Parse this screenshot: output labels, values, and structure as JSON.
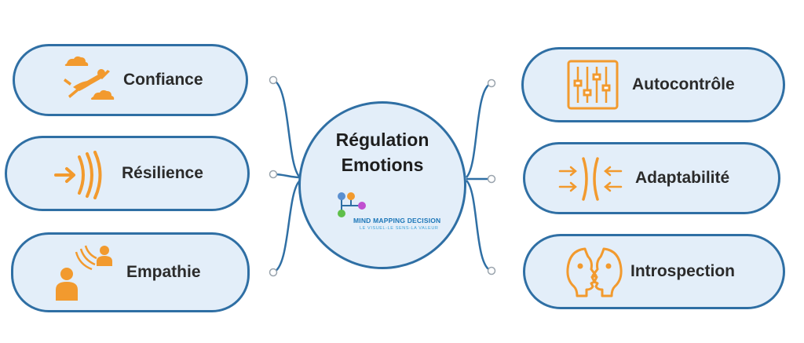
{
  "center": {
    "title_line1": "Régulation",
    "title_line2": "Emotions",
    "logo": {
      "name": "MIND MAPPING DECISION",
      "tagline": "LE VISUEL-LE SENS-LA VALEUR"
    }
  },
  "branches": {
    "left": [
      {
        "label": "Confiance",
        "icon": "skydiver-icon"
      },
      {
        "label": "Résilience",
        "icon": "rebound-arrow-icon"
      },
      {
        "label": "Empathie",
        "icon": "empathy-people-icon"
      }
    ],
    "right": [
      {
        "label": "Autocontrôle",
        "icon": "sliders-icon"
      },
      {
        "label": "Adaptabilité",
        "icon": "pressure-arrows-icon"
      },
      {
        "label": "Introspection",
        "icon": "facing-heads-icon"
      }
    ]
  },
  "colors": {
    "node_fill": "#e3eef9",
    "node_border": "#2f6fa4",
    "icon": "#f29a2e",
    "label_text": "#2b2b2b"
  }
}
